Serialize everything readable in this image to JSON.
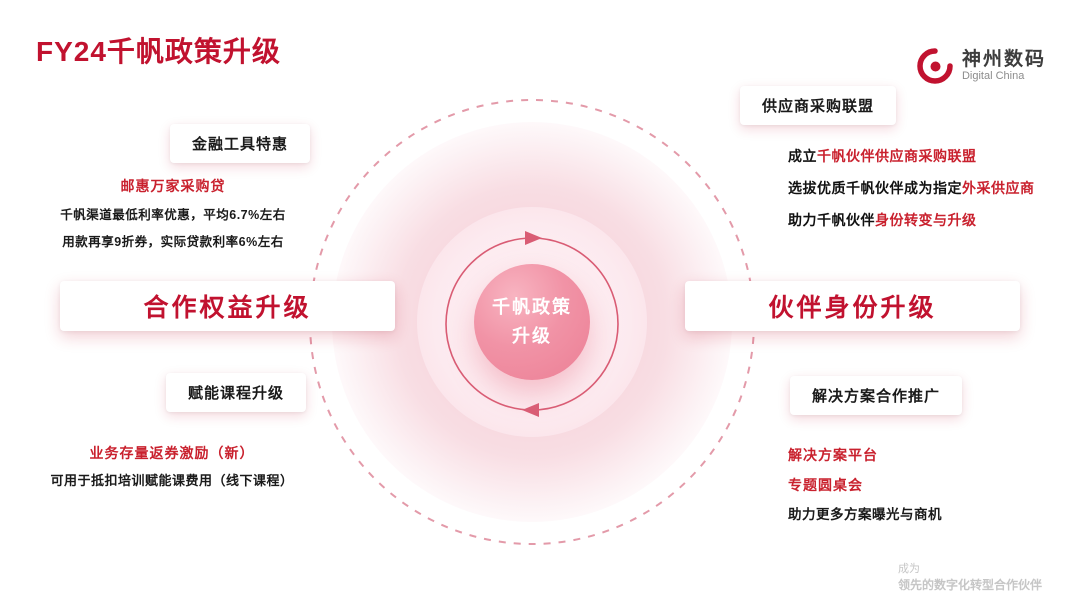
{
  "title": "FY24千帆政策升级",
  "logo": {
    "name": "神州数码",
    "subtitle": "Digital China"
  },
  "center": {
    "line1": "千帆政策",
    "line2": "升级"
  },
  "left": {
    "finance": {
      "header": "金融工具特惠",
      "product": "邮惠万家采购贷",
      "line1": "千帆渠道最低利率优惠，平均6.7%左右",
      "line2": "用款再享9折券，实际贷款利率6%左右"
    },
    "headline": "合作权益升级",
    "course": {
      "header": "赋能课程升级",
      "incentive": "业务存量返券激励（新）",
      "note": "可用于抵扣培训赋能课费用（线下课程）"
    }
  },
  "right": {
    "alliance": {
      "header": "供应商采购联盟",
      "line1_prefix": "成立",
      "line1_highlight": "千帆伙伴供应商采购联盟",
      "line2_prefix": "选拔优质千帆伙伴成为指定",
      "line2_highlight": "外采供应商",
      "line3_prefix": "助力千帆伙伴",
      "line3_highlight": "身份转变与升级"
    },
    "headline": "伙伴身份升级",
    "solution": {
      "header": "解决方案合作推广",
      "item1": "解决方案平台",
      "item2": "专题圆桌会",
      "note": "助力更多方案曝光与商机"
    }
  },
  "footer": {
    "line1": "成为",
    "line2": "领先的数字化转型合作伙伴"
  },
  "colors": {
    "accent": "#C1122F",
    "highlight": "#C9212E",
    "soft_pink": "#F6D3DB",
    "ball_pink": "#EF8298",
    "dash_ring": "#E39AA9"
  }
}
